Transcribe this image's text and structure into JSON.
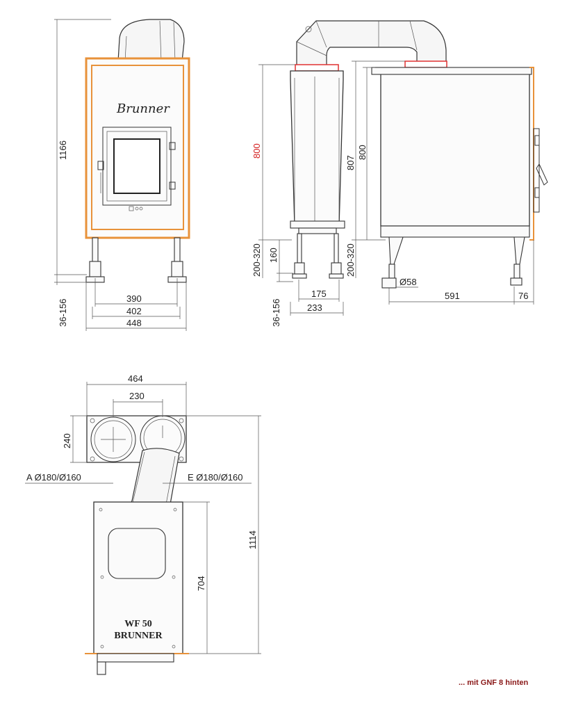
{
  "front_view": {
    "brand_script": "Brunner",
    "dimensions": {
      "height": "1166",
      "adj_feet": "36-156",
      "width_inner": "390",
      "width_mid": "402",
      "width_outer": "448"
    }
  },
  "side_view": {
    "dimensions": {
      "height_red": "800",
      "height_outer": "807",
      "height_inner": "800",
      "leg_range_left": "200-320",
      "leg_range_right": "200-320",
      "leg_160": "160",
      "feet_adj": "36-156",
      "d175": "175",
      "d233": "233",
      "foot_dia": "Ø58",
      "depth": "591",
      "rear": "76"
    }
  },
  "top_view": {
    "dimensions": {
      "width": "464",
      "spacing": "230",
      "depth_top": "240",
      "total_depth": "1114",
      "body_depth": "704"
    },
    "labels": {
      "intake": "A Ø180/Ø160",
      "exhaust": "E Ø180/Ø160"
    },
    "product_line1": "WF 50",
    "product_line2": "BRUNNER"
  },
  "footnote": "... mit GNF 8 hinten",
  "colors": {
    "frame": "#e8923a",
    "red_dim": "#d42020",
    "footnote": "#8b1a1a"
  }
}
